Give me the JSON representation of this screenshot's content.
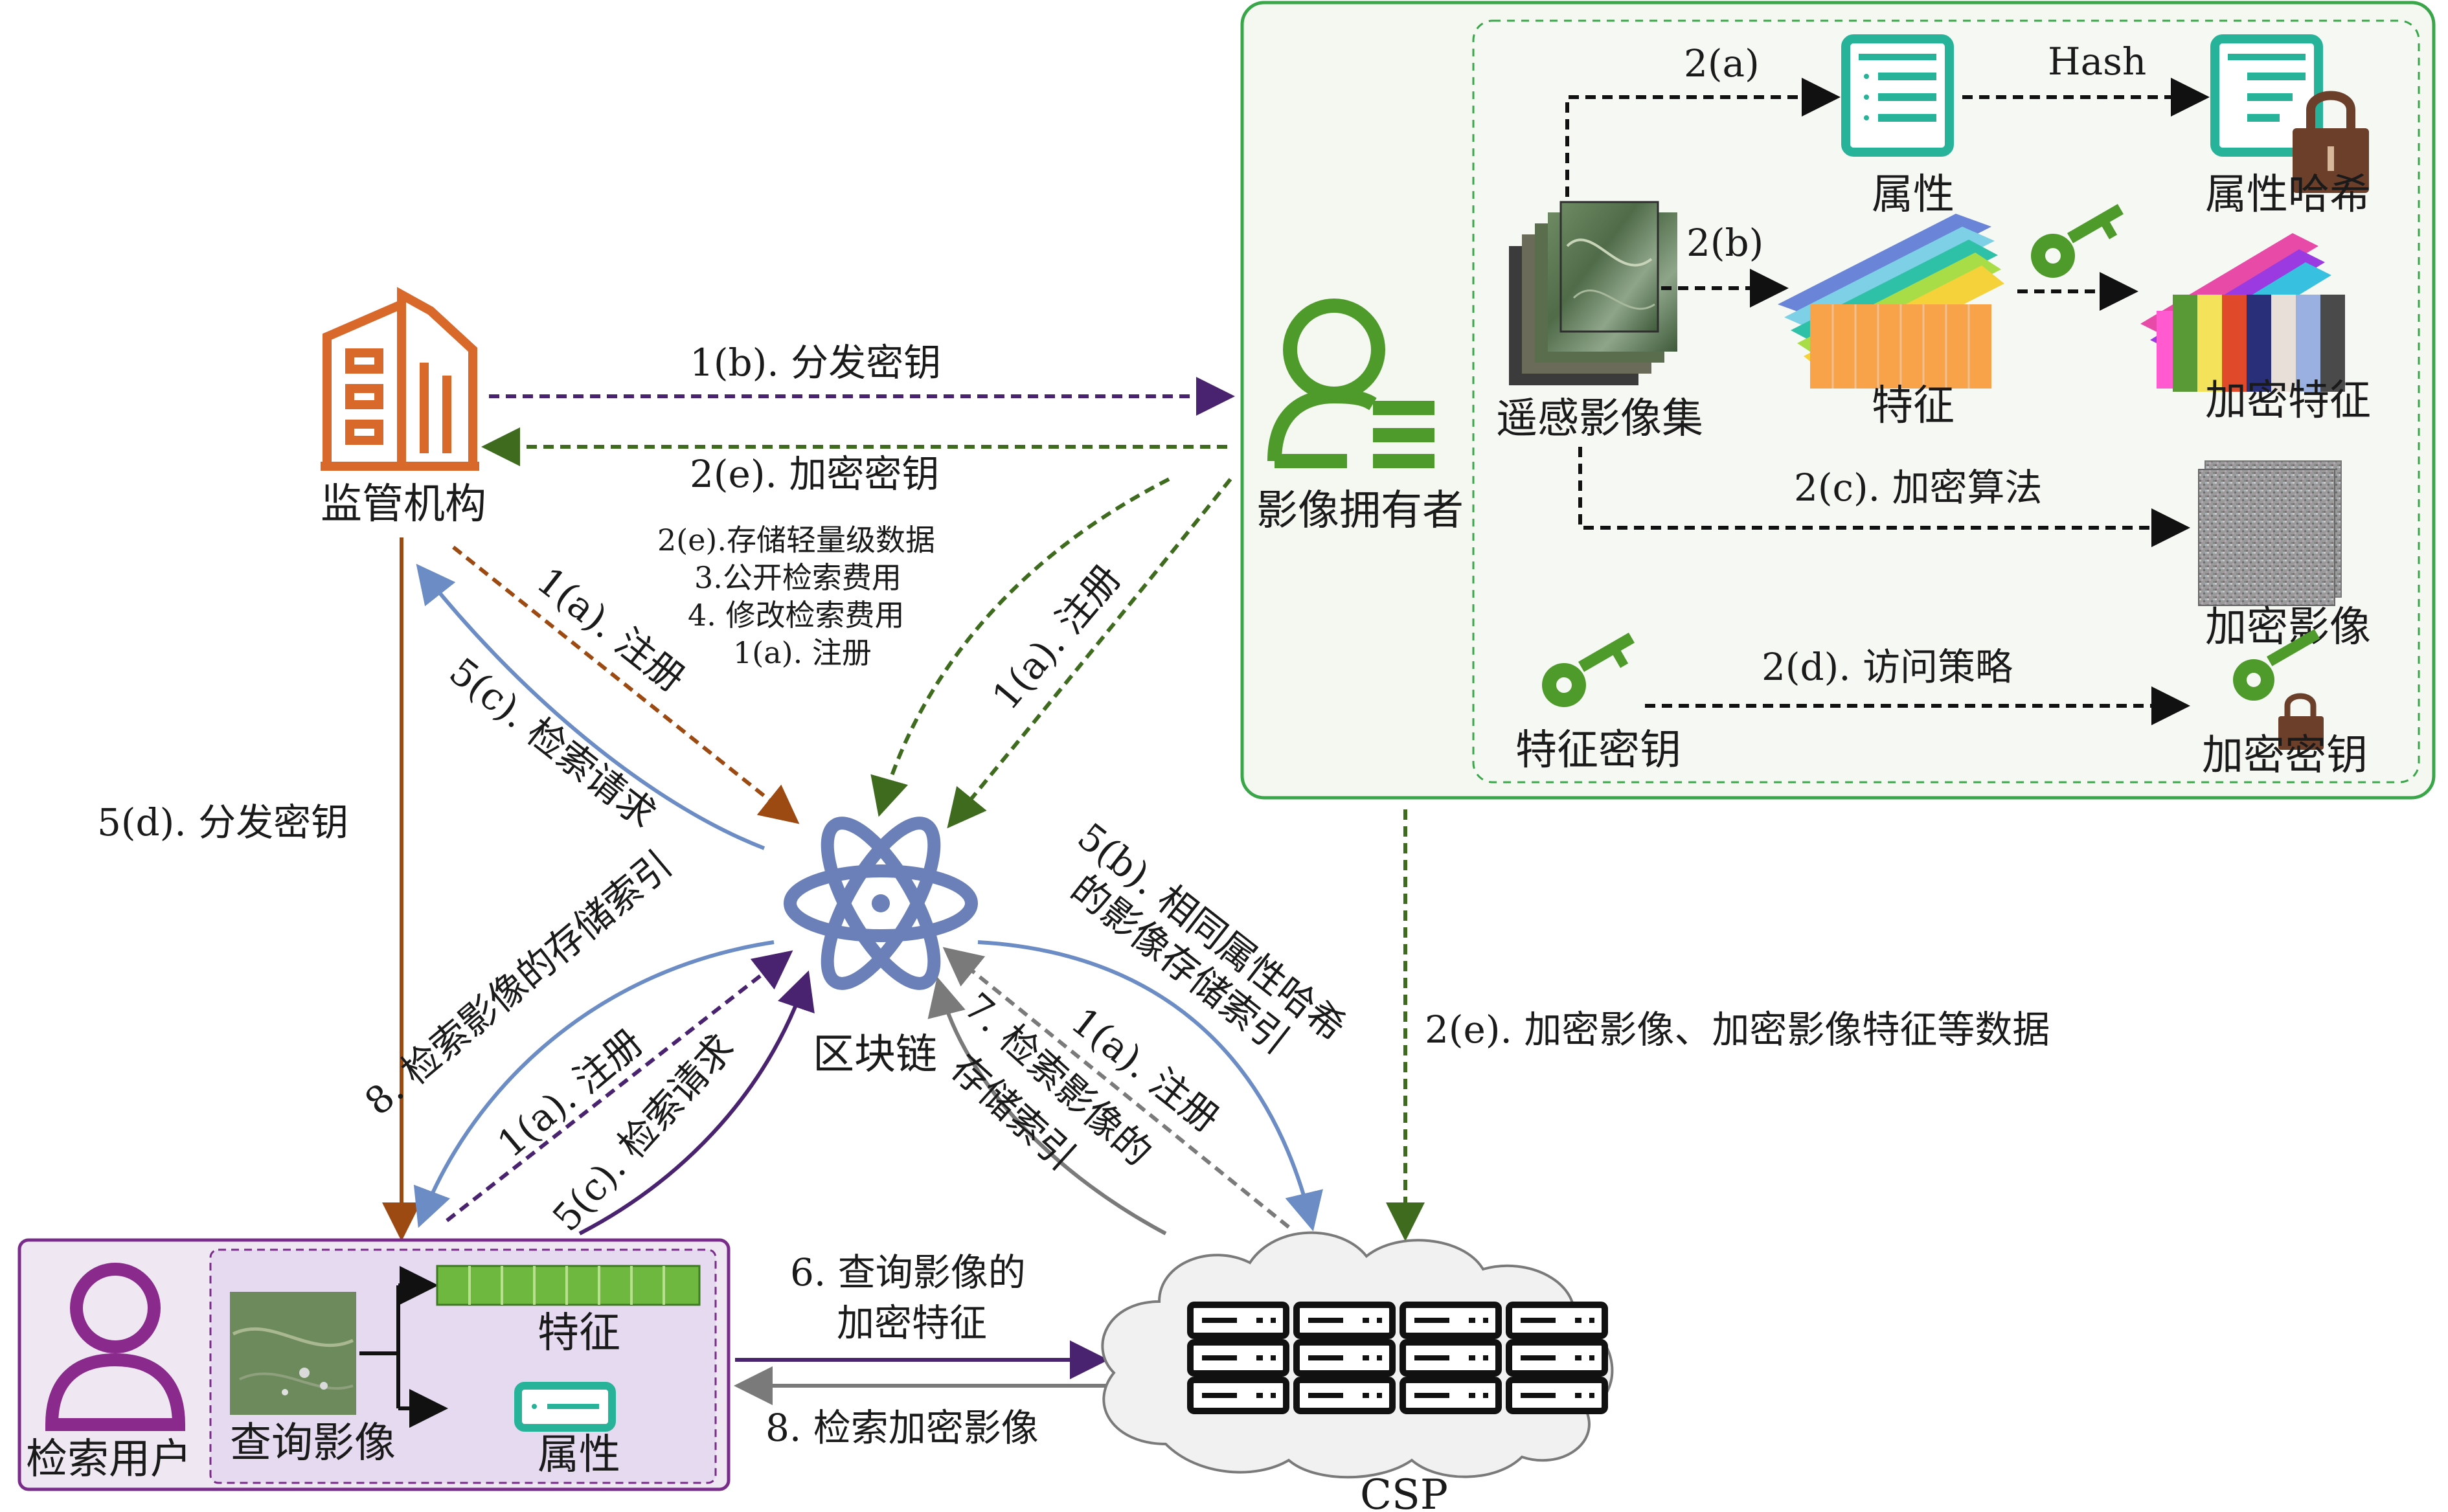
{
  "nodes": {
    "regulator": "监管机构",
    "owner": "影像拥有者",
    "blockchain": "区块链",
    "user": "检索用户",
    "csp": "CSP"
  },
  "owner_box": {
    "hash": "Hash",
    "step_2a": "2(a)",
    "step_2b": "2(b)",
    "step_2c": "2(c). 加密算法",
    "step_2d": "2(d). 访问策略",
    "attribute": "属性",
    "attribute_hash": "属性哈希",
    "dataset": "遥感影像集",
    "feature": "特征",
    "enc_feature": "加密特征",
    "enc_image": "加密影像",
    "feature_key": "特征密钥",
    "enc_key": "加密密钥"
  },
  "user_box": {
    "query_image": "查询影像",
    "feature": "特征",
    "attribute": "属性"
  },
  "edges": {
    "e1b": "1(b). 分发密钥",
    "e2e_key": "2(e). 加密密钥",
    "ops_1": "2(e).存储轻量级数据",
    "ops_2": "3.公开检索费用",
    "ops_3": "4. 修改检索费用",
    "ops_4": "1(a). 注册",
    "reg_register": "1(a). 注册",
    "owner_register": "1(a). 注册",
    "reg_search": "5(c). 检索请求",
    "distribute_5d": "5(d). 分发密钥",
    "index_8": "8. 检索影像的存储索引",
    "user_register": "1(a). 注册",
    "user_search": "5(c). 检索请求",
    "csp_5b_1": "5(b). 相同属性哈希",
    "csp_5b_2": "的影像存储索引",
    "csp_register": "1(a). 注册",
    "csp_7_1": "7. 检索影像的",
    "csp_7_2": "存储索引",
    "data_2e": "2(e). 加密影像、加密影像特征等数据",
    "query_6_1": "6. 查询影像的",
    "query_6_2": "加密特征",
    "retrieve_8": "8. 检索加密影像"
  },
  "colors": {
    "owner_border": "#3aa64a",
    "dashed_green": "#3e6b1e",
    "purple": "#4a2370",
    "brown": "#9c4a12",
    "blue": "#6b8cc4",
    "gray": "#7a7a7a",
    "orange_building": "#d9692a",
    "teal": "#27b39a",
    "user_box_fill": "#e9dff0"
  }
}
